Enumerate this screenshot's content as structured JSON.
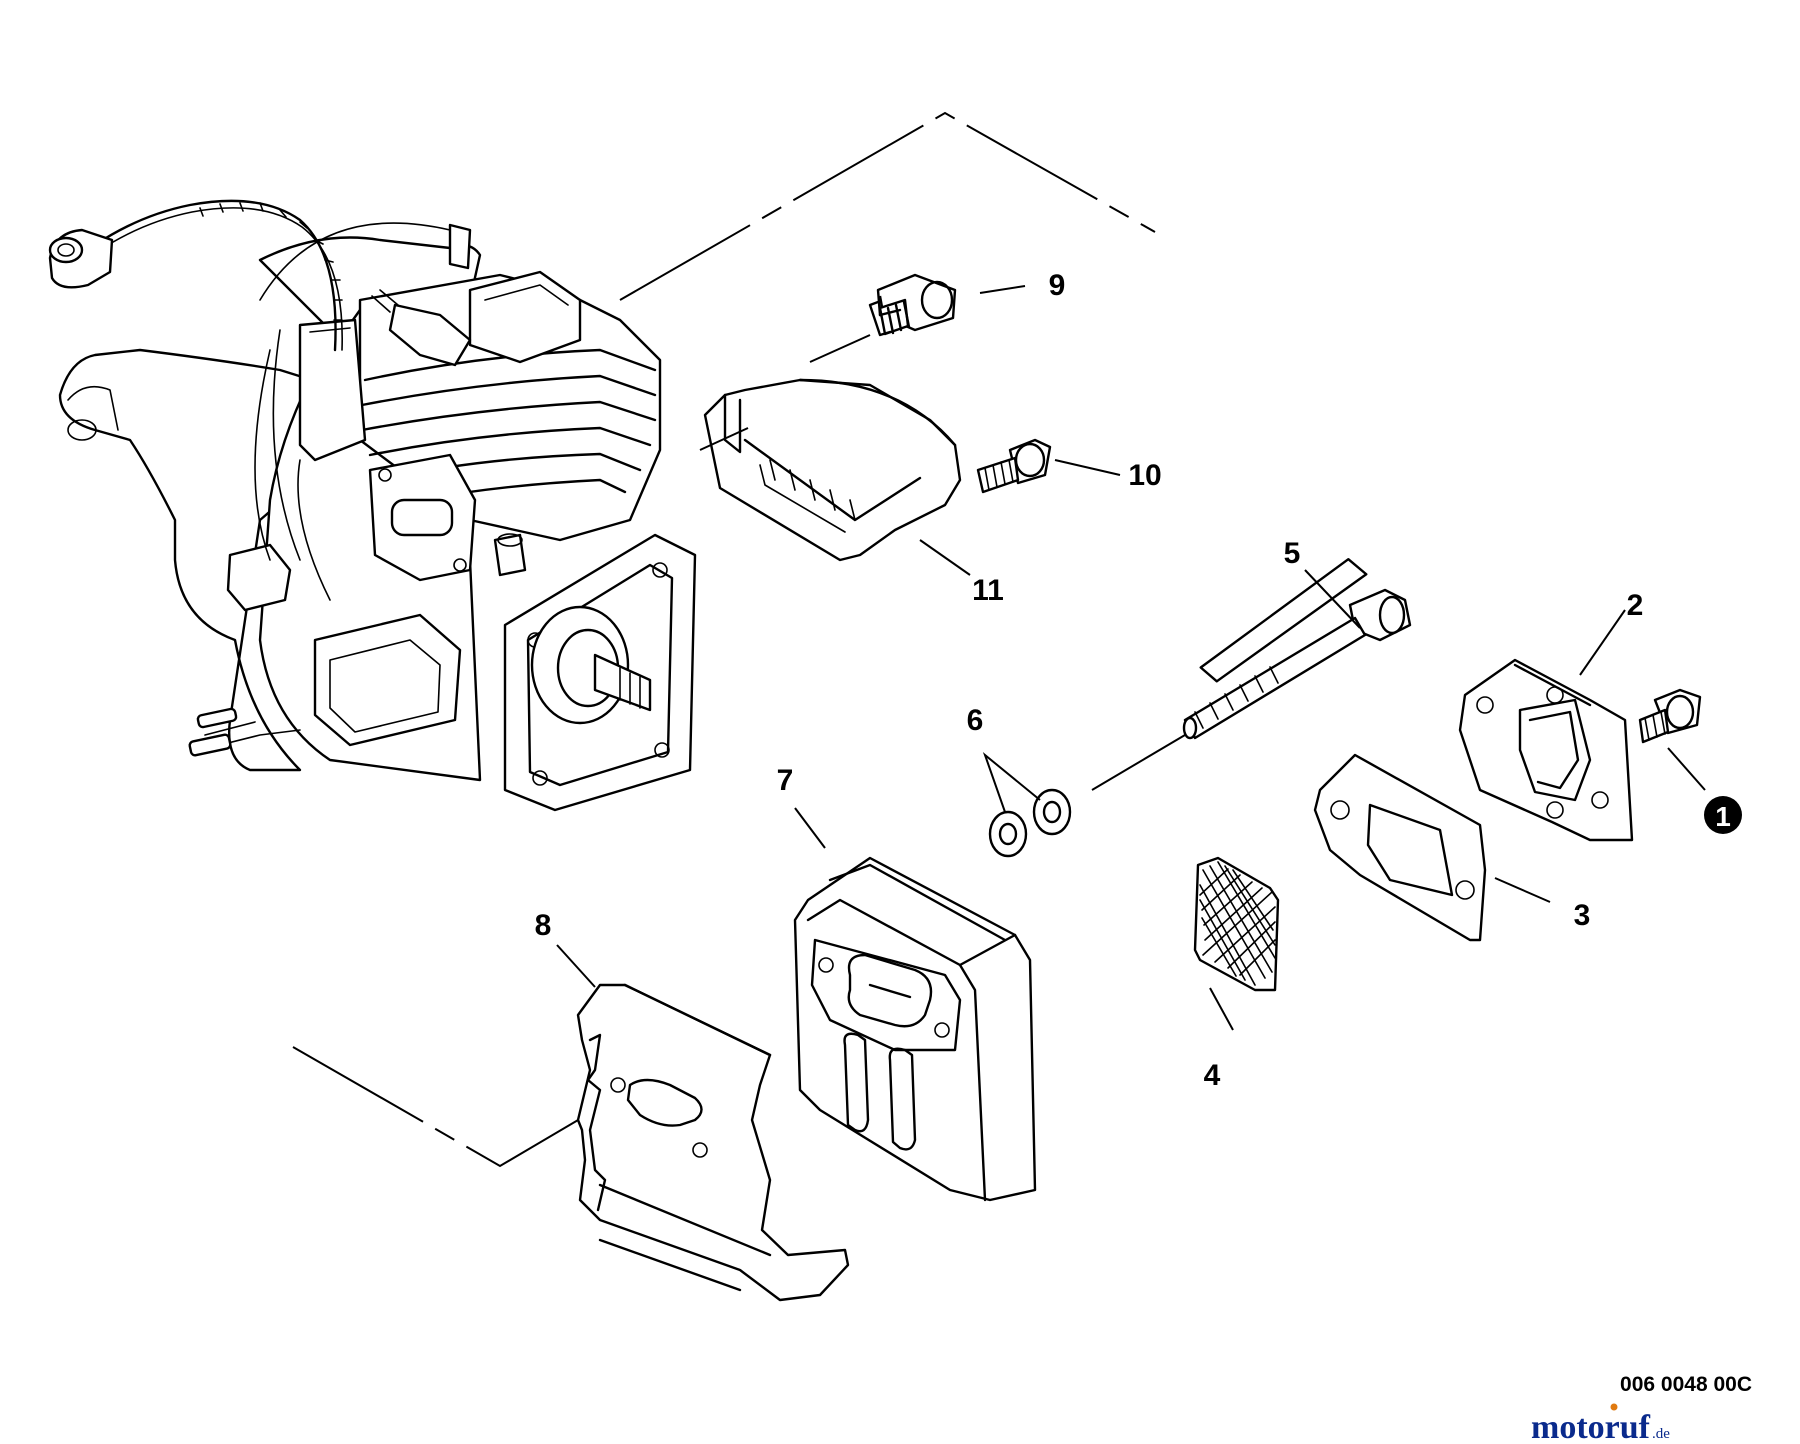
{
  "callouts": [
    {
      "id": "1",
      "text": "1"
    },
    {
      "id": "2",
      "text": "2"
    },
    {
      "id": "3",
      "text": "3"
    },
    {
      "id": "4",
      "text": "4"
    },
    {
      "id": "5",
      "text": "5"
    },
    {
      "id": "6",
      "text": "6"
    },
    {
      "id": "7",
      "text": "7"
    },
    {
      "id": "8",
      "text": "8"
    },
    {
      "id": "9",
      "text": "9"
    },
    {
      "id": "10",
      "text": "10"
    },
    {
      "id": "11",
      "text": "11"
    }
  ],
  "part_number": "006 0048 00C",
  "watermark": {
    "brand": "motoruf",
    "suffix": ".de",
    "color_text": "#0a2a8c",
    "color_accent": "#e07a10"
  }
}
